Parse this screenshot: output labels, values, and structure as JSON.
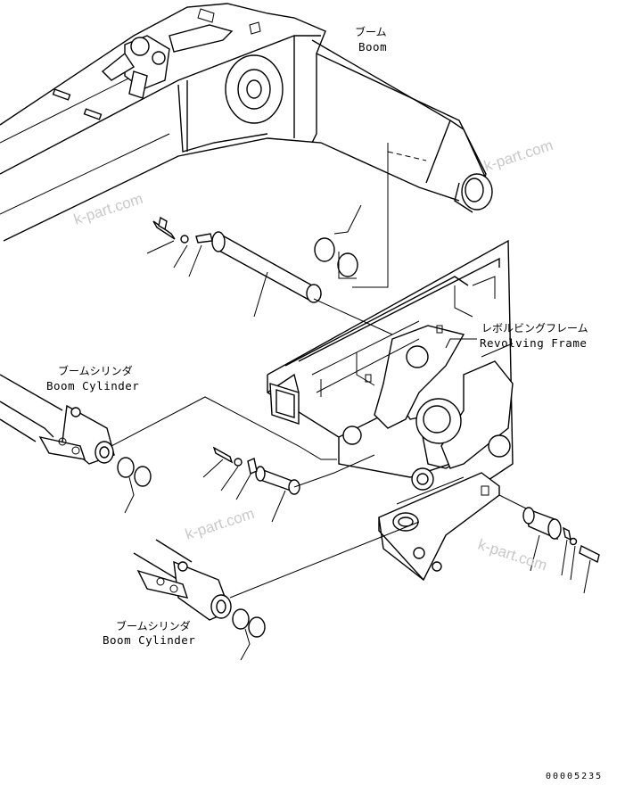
{
  "labels": {
    "boom_jp": "ブーム",
    "boom_en": "Boom",
    "frame_jp": "レボルビングフレーム",
    "frame_en": "Revolving Frame",
    "cylinder_jp": "ブームシリンダ",
    "cylinder_en": "Boom Cylinder",
    "cylinder2_jp": "ブームシリンダ",
    "cylinder2_en": "Boom Cylinder"
  },
  "watermarks": [
    "k-part.com",
    "k-part.com",
    "k-part.com",
    "k-part.com"
  ],
  "drawing_number": "00005235"
}
